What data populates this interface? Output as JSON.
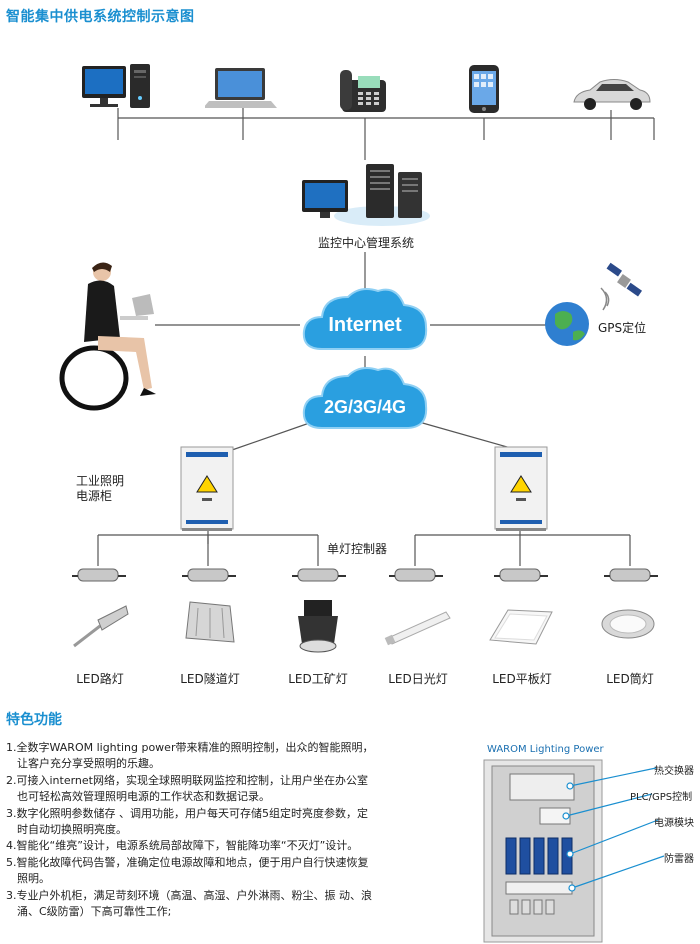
{
  "title": "智能集中供电系统控制示意图",
  "devices": [
    {
      "name": "desktop-computer"
    },
    {
      "name": "laptop"
    },
    {
      "name": "desk-phone"
    },
    {
      "name": "smartphone"
    },
    {
      "name": "car"
    }
  ],
  "monitor_center": {
    "label": "监控中心管理系统"
  },
  "internet_cloud": {
    "label": "Internet"
  },
  "mobile_cloud": {
    "label": "2G/3G/4G"
  },
  "gps": {
    "label": "GPS定位"
  },
  "cabinet": {
    "label_line1": "工业照明",
    "label_line2": "电源柜"
  },
  "controller": {
    "label": "单灯控制器"
  },
  "lamps": [
    {
      "name": "LED路灯"
    },
    {
      "name": "LED隧道灯"
    },
    {
      "name": "LED工矿灯"
    },
    {
      "name": "LED日光灯"
    },
    {
      "name": "LED平板灯"
    },
    {
      "name": "LED筒灯"
    }
  ],
  "features": {
    "heading": "特色功能",
    "items": [
      {
        "line1": "1.全数字WAROM lighting power带来精准的照明控制，出众的智能照明，",
        "line2": "让客户充分享受照明的乐趣。"
      },
      {
        "line1": "2.可接入internet网络，实现全球照明联网监控和控制，让用户坐在办公室",
        "line2": "也可轻松高效管理照明电源的工作状态和数据记录。"
      },
      {
        "line1": "3.数字化照明参数储存 、调用功能，用户每天可存储5组定时亮度参数，定",
        "line2": "时自动切换照明亮度。"
      },
      {
        "line1": "4.智能化“维亮”设计，电源系统局部故障下，智能降功率“不灭灯”设计。",
        "line2": ""
      },
      {
        "line1": "5.智能化故障代码告警，准确定位电源故障和地点，便于用户自行快速恢复",
        "line2": "照明。"
      },
      {
        "line1": "3.专业户外机柜，满足苛刻环境（高温、高湿、户外淋雨、粉尘、振 动、浪",
        "line2": "涌、C级防雷）下高可靠性工作;"
      }
    ]
  },
  "cabinet_photo": {
    "title": "WAROM Lighting Power",
    "callouts": [
      "热交换器",
      "PLC/GPS控制",
      "电源模块",
      "防雷器"
    ]
  },
  "colors": {
    "accent": "#1a8fd0",
    "line": "#555555",
    "cloud": "#2a9fe0"
  }
}
